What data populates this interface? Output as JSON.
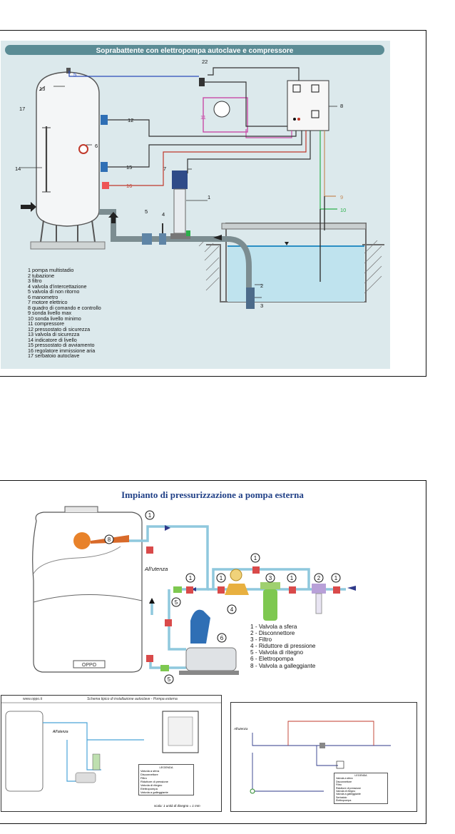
{
  "top_diagram": {
    "title": "Soprabattente con elettropompa  autoclave e compressore",
    "callouts": [
      "1",
      "2",
      "3",
      "4",
      "5",
      "5",
      "6",
      "7",
      "8",
      "9",
      "10",
      "11",
      "12",
      "13",
      "14",
      "15",
      "16",
      "17",
      "22"
    ],
    "legend": [
      "1 pompa  multistadio",
      "2 tubazione",
      "3 filtro",
      "4 valvola d'intercettazione",
      "5 valvola di non ritorno",
      "6 manometro",
      "7 motore elettrico",
      "8 quadro di comando e controllo",
      "9 sonda livello max",
      "10 sonda livello minimo",
      "11 compressore",
      "12 pressostato di sicurezza",
      "13 valvola di sicurezza",
      "14 indicatore di livello",
      "15 pressostato di avviamento",
      "16 regolatore immissione aria",
      "17 serbatoio autoclave"
    ],
    "colors": {
      "background": "#dce9ec",
      "title_bar": "#5b8c95",
      "water": "#bfe3ee",
      "pipe": "#7c8d91"
    }
  },
  "bottom_diagram": {
    "title": "Impianto di pressurizzazione a pompa esterna",
    "tank_logo": "OPPO",
    "utenza_label": "All'utenza",
    "numbers": [
      "1",
      "1",
      "1",
      "1",
      "1",
      "1",
      "2",
      "3",
      "4",
      "5",
      "5",
      "6",
      "8"
    ],
    "legend": [
      "1 - Valvola a sfera",
      "2 - Disconnettore",
      "3 - Filtro",
      "4 - Riduttore di pressione",
      "5 - Valvola di ritegno",
      "6 - Elettropompa",
      "8 - Valvola a galleggiante"
    ],
    "colors": {
      "title": "#1f3f86",
      "pipe": "#8fc8dd",
      "valve": "#d94a4a",
      "filter": "#7ec850",
      "reducer": "#e8b040",
      "pump": "#2f6fb5"
    }
  },
  "thumb_left": {
    "site": "www.oppo.it",
    "heading": "Schema tipico di installazione autoclave - Pompa esterna",
    "utenza": "All'utenza",
    "legend_title": "LEGENDA",
    "legend": [
      "Valvola a sfera",
      "Disconnettore",
      "Filtro",
      "Riduttore di pressione",
      "Valvola di ritegno",
      "Elettropompa",
      "Valvola a galleggiante"
    ],
    "scale": "scala: 1 unità di disegno = 1 mm"
  },
  "thumb_right": {
    "utenza": "All'utenza",
    "legend_title": "LEGENDA",
    "legend": [
      "Valvola a sfera",
      "Disconnettore",
      "Filtro",
      "Riduttore di pressione",
      "Valvola di ritegno",
      "Valvola a galleggiante",
      "Serbatoio",
      "Elettropompa"
    ]
  }
}
